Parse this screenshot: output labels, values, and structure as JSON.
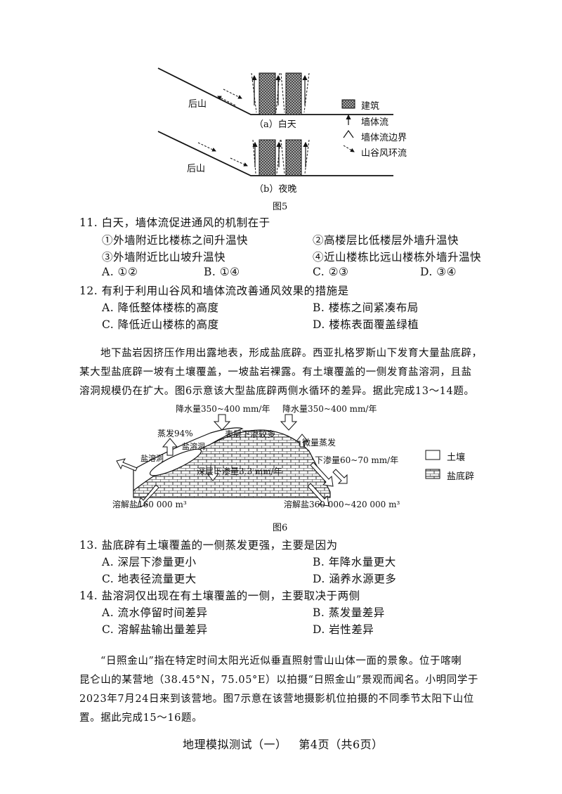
{
  "figure5": {
    "mountain_label_a": "后山",
    "mountain_label_b": "后山",
    "caption_a": "（a）白天",
    "caption_b": "（b）夜晚",
    "title": "图5",
    "legend": [
      {
        "icon": "building-icon",
        "label": "建筑"
      },
      {
        "icon": "up-arrow-icon",
        "label": "墙体流"
      },
      {
        "icon": "boundary-icon",
        "label": "墙体流边界"
      },
      {
        "icon": "dashed-arrow-icon",
        "label": "山谷风环流"
      }
    ]
  },
  "q11": {
    "stem": "11.  白天，墙体流促进通风的机制在于",
    "items": [
      "①外墙附近比楼栋之间升温快",
      "②高楼层比低楼层外墙升温快",
      "③外墙附近比山坡升温快",
      "④近山楼栋比远山楼栋外墙升温快"
    ],
    "choices": [
      "A.  ①②",
      "B.  ①④",
      "C.  ②③",
      "D.  ③④"
    ]
  },
  "q12": {
    "stem": "12.  有利于利用山谷风和墙体流改善通风效果的措施是",
    "choices": [
      "A.  降低整体楼栋的高度",
      "B.  楼栋之间紧凑布局",
      "C.  降低近山楼栋的高度",
      "D.  楼栋表面覆盖绿植"
    ]
  },
  "passage1": {
    "line1": "地下盐岩因挤压作用出露地表，形成盐底辟。西亚扎格罗斯山下发育大量盐底辟，",
    "line2": "某大型盐底辟一坡有土壤覆盖，一坡盐岩裸露。有土壤覆盖的一侧发育盐溶洞，且盐",
    "line3": "溶洞规模仍在扩大。图6示意该大型盐底辟两侧水循环的差异。据此完成13～14题。"
  },
  "figure6": {
    "precip_left": "降水量350~400 mm/年",
    "precip_right": "降水量350~400 mm/年",
    "evap_left": "蒸发94%",
    "cave_label_top": "盐溶洞",
    "cave_label_left": "盐溶洞",
    "surface_seep": "表层下渗较多",
    "minor_evap": "微量蒸发",
    "seep_right": "下渗量60~70 mm/年",
    "deep_seep": "深层下渗量3.3 mm/年",
    "dissolved_left": "溶解盐160 000 m³",
    "dissolved_right": "溶解盐360 000~420 000 m³",
    "legend_soil": "土壤",
    "legend_salt": "盐底辟",
    "title": "图6"
  },
  "q13": {
    "stem": "13.  盐底辟有土壤覆盖的一侧蒸发更强，主要是因为",
    "choices": [
      "A.  深层下渗量更小",
      "B.  年降水量更大",
      "C.  地表径流量更大",
      "D.  涵养水源更多"
    ]
  },
  "q14": {
    "stem": "14.  盐溶洞仅出现在有土壤覆盖的一侧，主要取决于两侧",
    "choices": [
      "A.  流水停留时间差异",
      "B.  蒸发量差异",
      "C.  溶解盐输出量差异",
      "D.  岩性差异"
    ]
  },
  "passage2": {
    "line1": "“日照金山”指在特定时间太阳光近似垂直照射雪山山体一面的景象。位于喀喇",
    "line2": "昆仑山的某营地（38.45°N，75.05°E）以拍摄“日照金山”景观而闻名。小明同学于",
    "line3": "2023年7月24日来到该营地。图7示意在该营地摄影机位拍摄的不同季节太阳下山位",
    "line4": "置。据此完成15～16题。"
  },
  "footer": "地理模拟测试（一）   第4页（共6页）"
}
